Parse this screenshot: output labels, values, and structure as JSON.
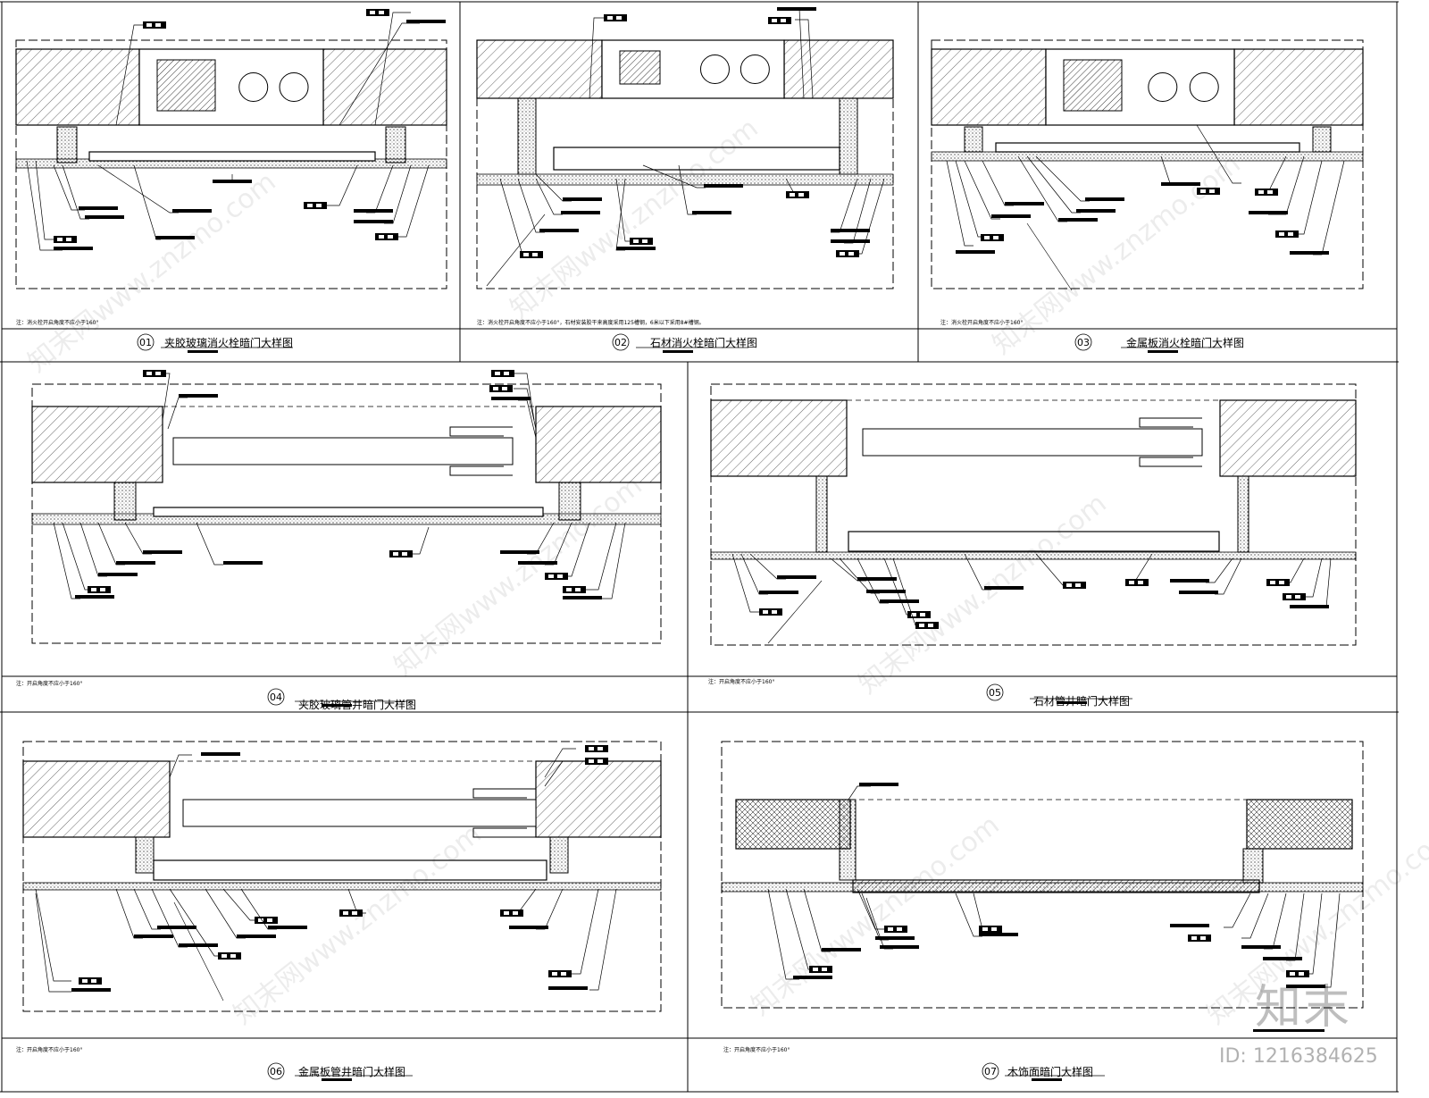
{
  "panels": [
    {
      "num": "01",
      "title": "夹胶玻璃消火栓暗门大样图",
      "note": "注：消火栓开启角度不应小于160°"
    },
    {
      "num": "02",
      "title": "石材消火栓暗门大样图",
      "note": "注：消火栓开启角度不应小于160°，石材安装胶干来高度采用125槽钢，6米以下采用8#槽钢。"
    },
    {
      "num": "03",
      "title": "金属板消火栓暗门大样图",
      "note": "注：消火栓开启角度不应小于160°"
    },
    {
      "num": "04",
      "title": "夹胶玻璃管井暗门大样图",
      "note": "注：开启角度不应小于160°"
    },
    {
      "num": "05",
      "title": "石材管井暗门大样图",
      "note": "注：开启角度不应小于160°"
    },
    {
      "num": "06",
      "title": "金属板管井暗门大样图",
      "note": "注：开启角度不应小于160°"
    },
    {
      "num": "07",
      "title": "木饰面暗门大样图",
      "note": "注：开启角度不应小于160°"
    }
  ],
  "watermark": {
    "site": "知末网www.znzmo.com",
    "logo": "知末",
    "id_text": "ID: 1216384625"
  },
  "colors": {
    "line": "#000000",
    "background": "#ffffff"
  }
}
